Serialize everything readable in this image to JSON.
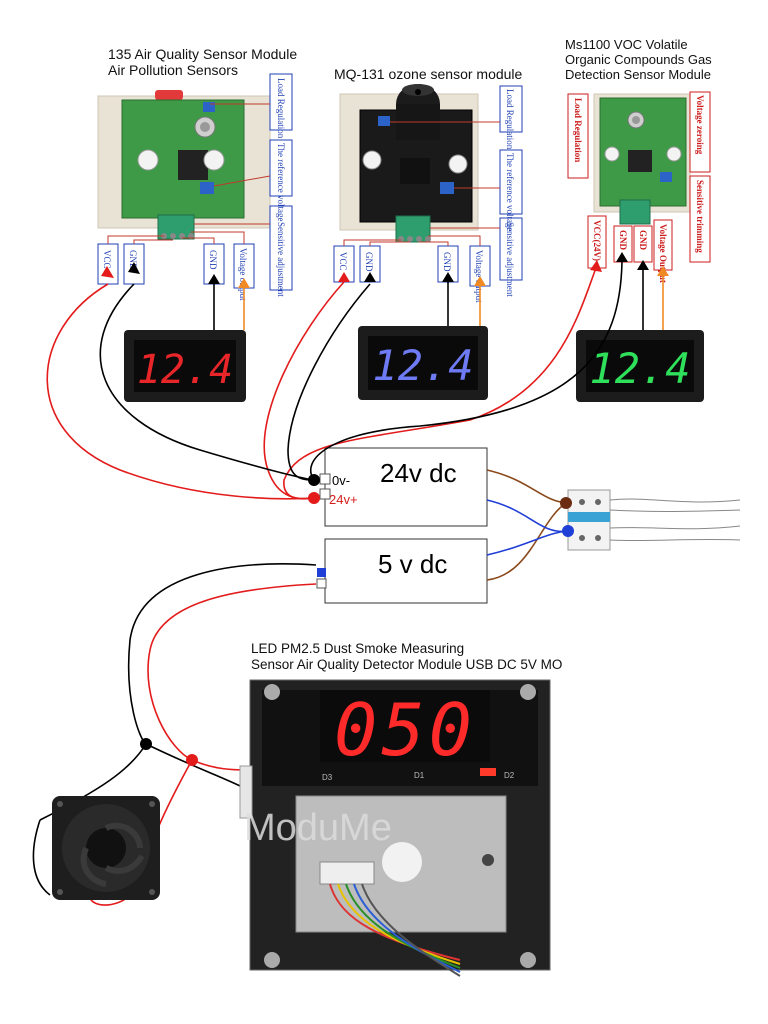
{
  "sensors": [
    {
      "title_line1": "135 Air Quality Sensor Module",
      "title_line2": "Air Pollution Sensors",
      "labels": {
        "load": "Load Regulation",
        "ref": "The reference voltage",
        "sens": "Sensitive adjustment"
      },
      "pins": [
        "VCC",
        "GND",
        "GND",
        "Voltage output"
      ],
      "meter_value": "12.4",
      "meter_color": "#e8262a"
    },
    {
      "title_line1": "MQ-131 ozone sensor module",
      "labels": {
        "load": "Load Regulation",
        "ref": "The reference voltage",
        "sens": "Sensitive adjustment"
      },
      "pins": [
        "VCC",
        "GND",
        "GND",
        "Voltage output"
      ],
      "meter_value": "12.4",
      "meter_color": "#6f7bf4"
    },
    {
      "title_line1": "Ms1100 VOC Volatile",
      "title_line2": "Organic Compounds Gas",
      "title_line3": "Detection Sensor Module",
      "labels": {
        "load": "Load Regulation",
        "zero": "Voltage zeroing",
        "trim": "Sensitive trimming"
      },
      "pins": [
        "VCC(24V)",
        "GND",
        "GND",
        "Voltage Output"
      ],
      "meter_value": "12.4",
      "meter_color": "#2fe05a"
    }
  ],
  "psu24": {
    "label": "24v dc",
    "neg": "0v-",
    "pos": "24v+"
  },
  "psu5": {
    "label": "5 v dc"
  },
  "dust": {
    "title_line1": "LED PM2.5 Dust Smoke Measuring",
    "title_line2": "Sensor Air Quality Detector Module USB DC 5V MO",
    "display": "050",
    "leds": [
      "D3",
      "D1",
      "D2"
    ],
    "watermark": "ModuMe"
  },
  "colors": {
    "positive_wire": "#e31b1b",
    "negative_wire": "#000000",
    "signal_wire": "#f08a24",
    "brown_wire": "#8b4a1c",
    "blue_wire": "#1f3fd6"
  }
}
